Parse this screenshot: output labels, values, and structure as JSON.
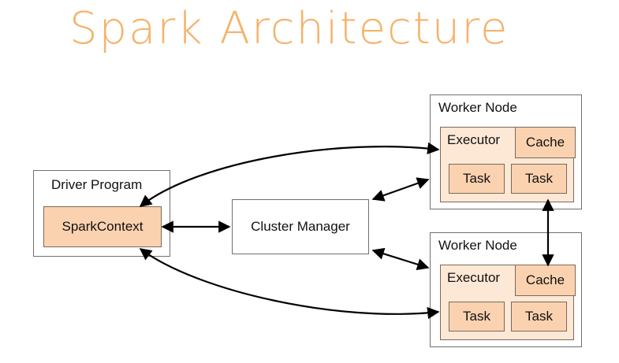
{
  "title": "Spark Architecture",
  "colors": {
    "title": "#f5b36b",
    "peach_light": "#fde8d6",
    "peach": "#fbd2b0",
    "border": "#707070",
    "arrow": "#000000"
  },
  "driver": {
    "label": "Driver Program",
    "context_label": "SparkContext"
  },
  "cluster_manager": {
    "label": "Cluster Manager"
  },
  "workers": [
    {
      "label": "Worker Node",
      "executor_label": "Executor",
      "cache_label": "Cache",
      "tasks": [
        "Task",
        "Task"
      ]
    },
    {
      "label": "Worker Node",
      "executor_label": "Executor",
      "cache_label": "Cache",
      "tasks": [
        "Task",
        "Task"
      ]
    }
  ]
}
